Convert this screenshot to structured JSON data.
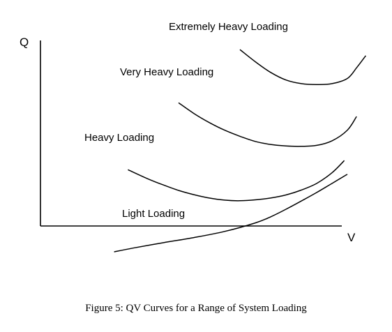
{
  "caption": "Figure 5: QV Curves for a Range of System Loading",
  "chart_data": {
    "type": "line",
    "title": "",
    "xlabel": "V",
    "ylabel": "Q",
    "xlim": [
      0,
      10
    ],
    "ylim": [
      -1.2,
      6.1
    ],
    "grid": false,
    "legend": "none",
    "series": [
      {
        "name": "Extremely Heavy Loading",
        "x": [
          6.5,
          7.0,
          7.5,
          8.0,
          8.5,
          9.0,
          9.5,
          10.0,
          10.3,
          10.6
        ],
        "y": [
          5.8,
          5.4,
          5.05,
          4.8,
          4.68,
          4.65,
          4.68,
          4.85,
          5.2,
          5.6
        ]
      },
      {
        "name": "Very Heavy Loading",
        "x": [
          4.5,
          5.0,
          5.5,
          6.0,
          6.5,
          7.0,
          7.5,
          8.0,
          8.5,
          9.0,
          9.5,
          10.0,
          10.3
        ],
        "y": [
          4.05,
          3.7,
          3.4,
          3.15,
          2.95,
          2.78,
          2.68,
          2.63,
          2.62,
          2.65,
          2.8,
          3.15,
          3.6
        ]
      },
      {
        "name": "Heavy Loading",
        "x": [
          2.85,
          3.5,
          4.0,
          4.5,
          5.0,
          5.5,
          6.0,
          6.5,
          7.0,
          7.5,
          8.0,
          8.5,
          9.0,
          9.5,
          9.9
        ],
        "y": [
          1.85,
          1.55,
          1.35,
          1.17,
          1.03,
          0.92,
          0.85,
          0.83,
          0.86,
          0.92,
          1.02,
          1.18,
          1.4,
          1.75,
          2.15
        ]
      },
      {
        "name": "Light Loading",
        "x": [
          2.4,
          3.0,
          4.0,
          5.0,
          6.0,
          7.0,
          7.5,
          8.0,
          8.5,
          9.0,
          9.5,
          10.0
        ],
        "y": [
          -0.85,
          -0.73,
          -0.55,
          -0.38,
          -0.18,
          0.1,
          0.3,
          0.55,
          0.82,
          1.1,
          1.4,
          1.7
        ]
      }
    ]
  }
}
